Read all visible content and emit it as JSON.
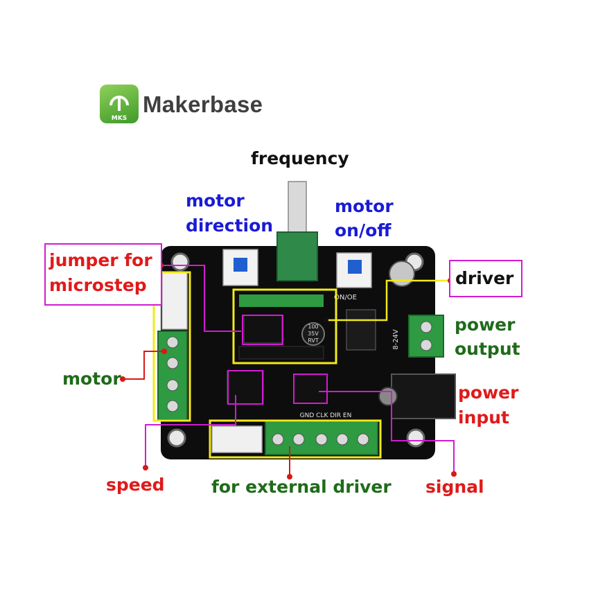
{
  "brand": {
    "name": "Makerbase",
    "logo_text": "MKS"
  },
  "labels": {
    "frequency": "frequency",
    "motor_direction_1": "motor",
    "motor_direction_2": "direction",
    "motor_onoff_1": "motor",
    "motor_onoff_2": "on/off",
    "jumper_1": "jumper for",
    "jumper_2": "microstep",
    "driver": "driver",
    "power_output_1": "power",
    "power_output_2": "output",
    "motor": "motor",
    "power_input_1": "power",
    "power_input_2": "input",
    "speed": "speed",
    "external_driver": "for external driver",
    "signal": "signal"
  },
  "board": {
    "power_label": "8-24V",
    "cap_label_1": "100",
    "cap_label_2": "35V",
    "cap_label_3": "RVT",
    "onoe_label": "ON/OE",
    "terminal_labels": "GND CLK DIR EN"
  },
  "colors": {
    "pcb": "#0d0d0d",
    "terminal": "#2e9a42",
    "highlight_yellow": "#f2ea1a",
    "leader_magenta": "#d21bd2",
    "leader_red": "#d81818"
  }
}
